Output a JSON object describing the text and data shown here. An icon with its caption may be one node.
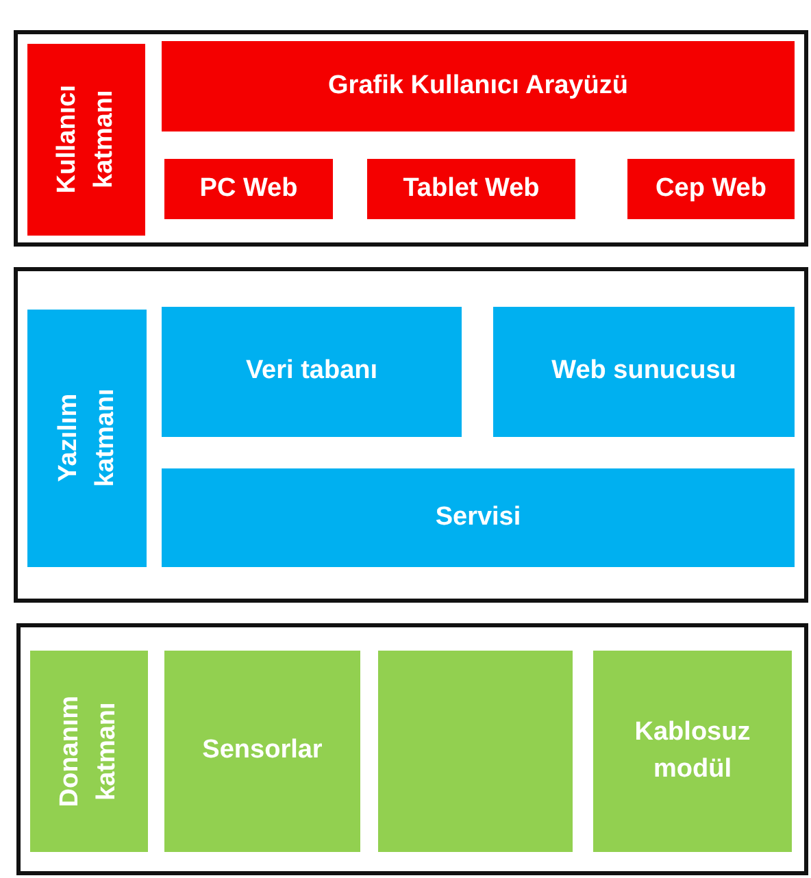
{
  "diagram": {
    "nodes": [
      {
        "text": [],
        "shape": "box"
      },
      {
        "text": [
          "Kullanıcı katmanı"
        ],
        "in": 0
      },
      {
        "text": [
          "Grafik Kullanıcı Arayüzü"
        ],
        "in": 0
      },
      {
        "text": [
          "PC Web"
        ],
        "in": 0
      },
      {
        "text": [
          "Tablet Web"
        ],
        "in": 0
      },
      {
        "text": [
          "Cep Web"
        ],
        "in": 0
      },
      {
        "text": [],
        "shape": "box"
      },
      {
        "text": [
          "Yazılım katmanı"
        ],
        "in": 6
      },
      {
        "text": [
          "Veri tabanı"
        ],
        "in": 6
      },
      {
        "text": [
          "Web sunucusu"
        ],
        "in": 6
      },
      {
        "text": [
          "Servisi"
        ],
        "in": 6
      },
      {
        "text": [],
        "shape": "box"
      },
      {
        "text": [
          "Donanım katmanı"
        ],
        "in": 11
      },
      {
        "text": [
          "Sensorlar"
        ],
        "in": 11
      },
      {
        "text": [],
        "shape": "box",
        "in": 11
      },
      {
        "text": [
          "Kablosuz modül"
        ],
        "in": 11
      }
    ]
  }
}
